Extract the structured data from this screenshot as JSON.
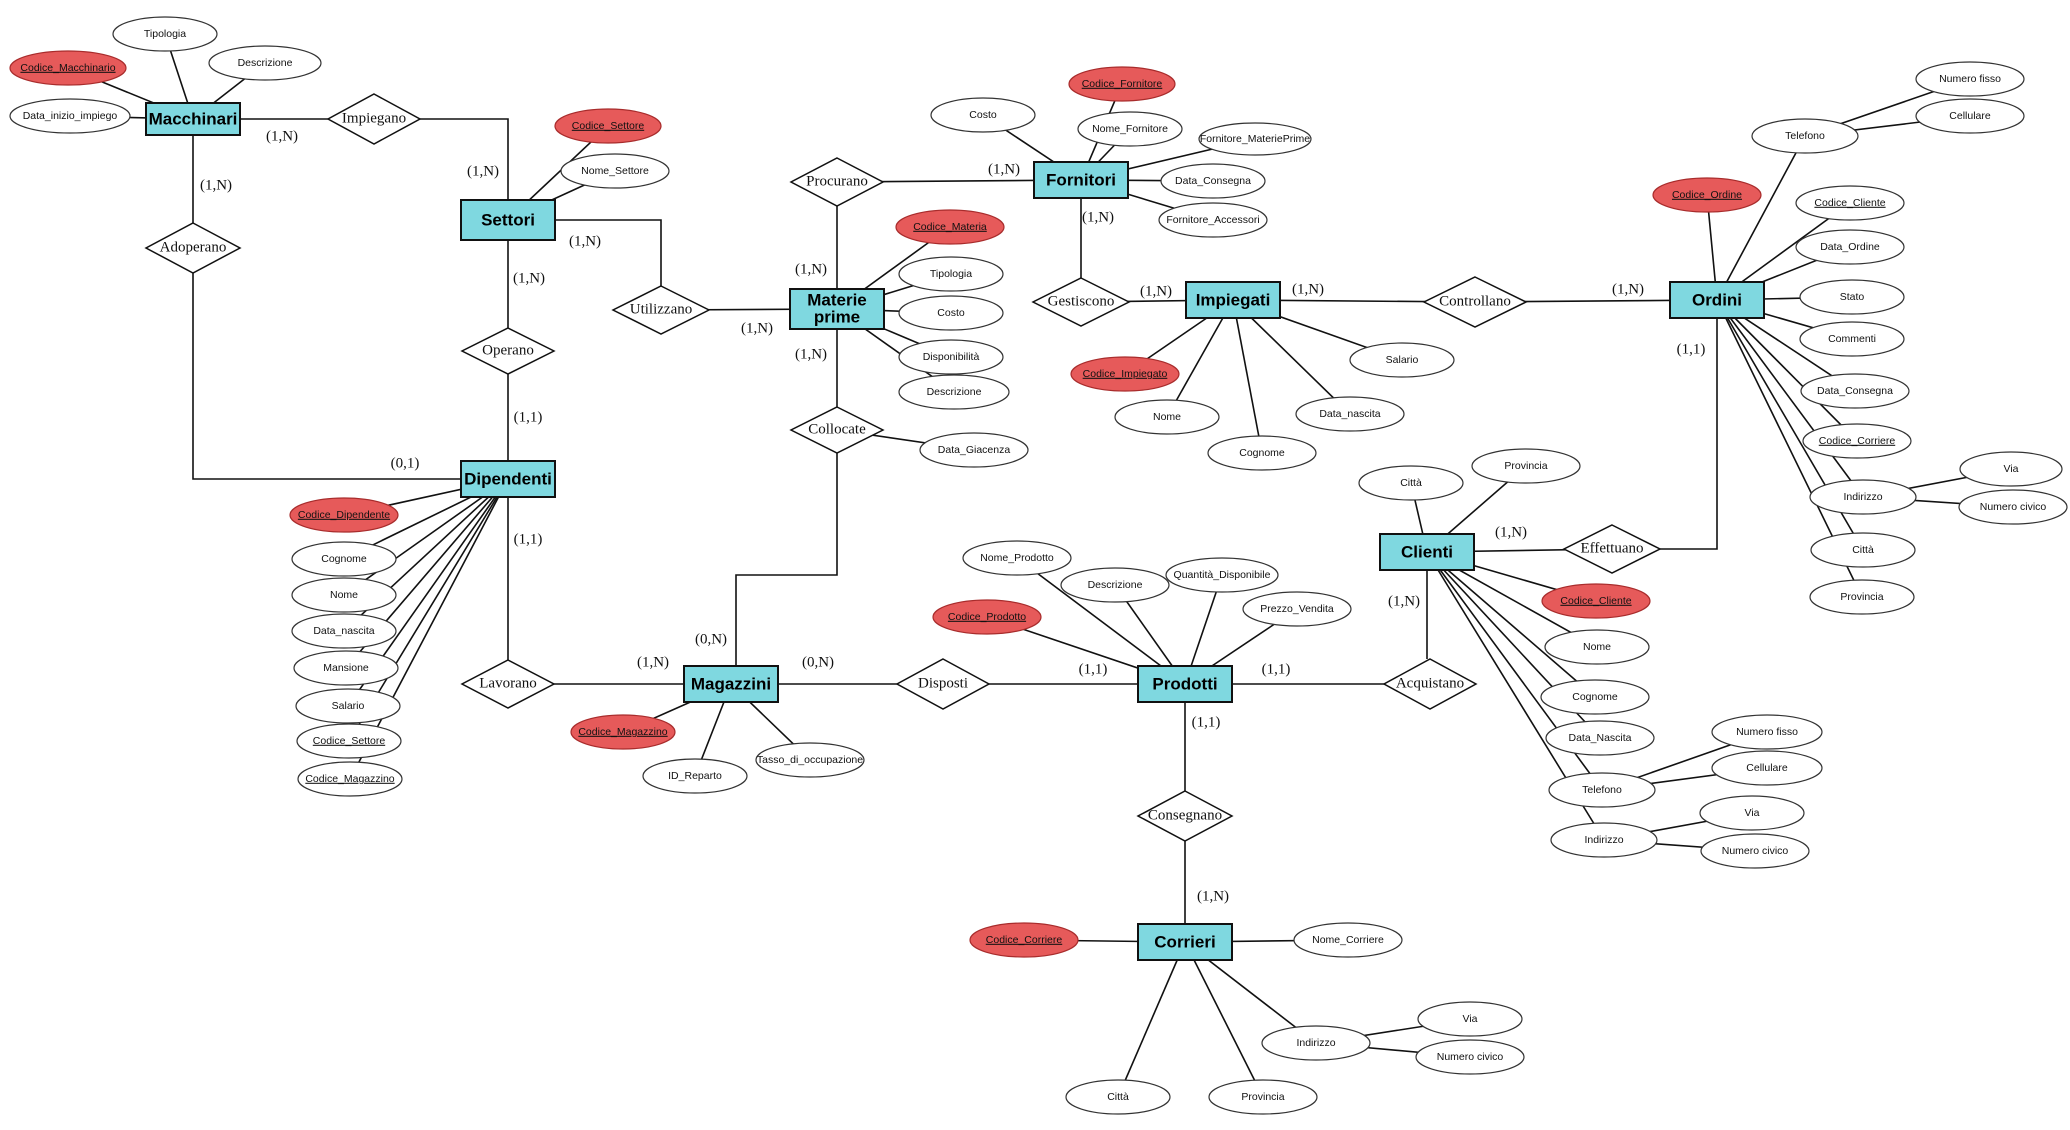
{
  "colors": {
    "entity_fill": "#7fd8e0",
    "key_attribute_fill": "#e65a5a",
    "line": "#111111"
  },
  "entities": {
    "macchinari": "Macchinari",
    "settori": "Settori",
    "materie_prime": [
      "Materie",
      "prime"
    ],
    "fornitori": "Fornitori",
    "impiegati": "Impiegati",
    "ordini": "Ordini",
    "dipendenti": "Dipendenti",
    "magazzini": "Magazzini",
    "prodotti": "Prodotti",
    "clienti": "Clienti",
    "corrieri": "Corrieri"
  },
  "relationships": {
    "impiegano": "Impiegano",
    "adoperano": "Adoperano",
    "operano": "Operano",
    "utilizzano": "Utilizzano",
    "procurano": "Procurano",
    "collocate": "Collocate",
    "gestiscono": "Gestiscono",
    "controllano": "Controllano",
    "lavorano": "Lavorano",
    "disposti": "Disposti",
    "acquistano": "Acquistano",
    "effettuano": "Effettuano",
    "consegnano": "Consegnano"
  },
  "attributes": {
    "tipologia_m": "Tipologia",
    "descrizione_m": "Descrizione",
    "codice_macchinario": "Codice_Macchinario",
    "data_inizio_impiego": "Data_inizio_impiego",
    "codice_settore": "Codice_Settore",
    "nome_settore": "Nome_Settore",
    "costo_f": "Costo",
    "codice_fornitore": "Codice_Fornitore",
    "nome_fornitore": "Nome_Fornitore",
    "fornitore_materieprime": "Fornitore_MateriePrime",
    "data_consegna_f": "Data_Consegna",
    "fornitore_accessori": "Fornitore_Accessori",
    "codice_materia": "Codice_Materia",
    "tipologia_mp": "Tipologia",
    "costo_mp": "Costo",
    "disponibilita": "Disponibilità",
    "descrizione_mp": "Descrizione",
    "data_giacenza": "Data_Giacenza",
    "codice_impiegato": "Codice_Impiegato",
    "nome_i": "Nome",
    "cognome_i": "Cognome",
    "data_nascita_i": "Data_nascita",
    "salario_i": "Salario",
    "telefono_o": "Telefono",
    "numero_fisso_o": "Numero fisso",
    "cellulare_o": "Cellulare",
    "codice_ordine": "Codice_Ordine",
    "codice_cliente_o": "Codice_Cliente",
    "data_ordine": "Data_Ordine",
    "stato": "Stato",
    "commenti": "Commenti",
    "data_consegna_o": "Data_Consegna",
    "codice_corriere_o": "Codice_Corriere",
    "indirizzo_o": "Indirizzo",
    "via_o": "Via",
    "numero_civico_o": "Numero civico",
    "citta_o": "Città",
    "provincia_o": "Provincia",
    "codice_dipendente": "Codice_Dipendente",
    "cognome_d": "Cognome",
    "nome_d": "Nome",
    "data_nascita_d": "Data_nascita",
    "mansione": "Mansione",
    "salario_d": "Salario",
    "codice_settore_d": "Codice_Settore",
    "codice_magazzino_d": "Codice_Magazzino",
    "codice_magazzino": "Codice_Magazzino",
    "id_reparto": "ID_Reparto",
    "tasso_occupazione": "Tasso_di_occupazione",
    "nome_prodotto": "Nome_Prodotto",
    "descrizione_p": "Descrizione",
    "quantita_disponibile": "Quantità_Disponibile",
    "prezzo_vendita": "Prezzo_Vendita",
    "codice_prodotto": "Codice_Prodotto",
    "citta_c": "Città",
    "provincia_c": "Provincia",
    "codice_cliente": "Codice_Cliente",
    "nome_c": "Nome",
    "cognome_c": "Cognome",
    "data_nascita_c": "Data_Nascita",
    "telefono_c": "Telefono",
    "numero_fisso_c": "Numero fisso",
    "cellulare_c": "Cellulare",
    "indirizzo_c": "Indirizzo",
    "via_c": "Via",
    "numero_civico_c": "Numero civico",
    "codice_corriere": "Codice_Corriere",
    "nome_corriere": "Nome_Corriere",
    "indirizzo_cr": "Indirizzo",
    "via_cr": "Via",
    "numero_civico_cr": "Numero civico",
    "citta_cr": "Città",
    "provincia_cr": "Provincia"
  },
  "cardinalities": {
    "macchinari_impiegano": "(1,N)",
    "settori_impiegano": "(1,N)",
    "macchinari_adoperano": "(1,N)",
    "settori_utilizzano": "(1,N)",
    "settori_operano": "(1,N)",
    "materie_procurano": "(1,N)",
    "fornitori_procurano": "(1,N)",
    "materie_utilizzano": "(1,N)",
    "materie_collocate": "(1,N)",
    "fornitori_gestiscono": "(1,N)",
    "impiegati_gestiscono": "(1,N)",
    "impiegati_controllano": "(1,N)",
    "ordini_controllano": "(1,N)",
    "ordini_effettuano": "(1,1)",
    "dipendenti_operano": "(1,1)",
    "dipendenti_adoperano": "(0,1)",
    "dipendenti_lavorano": "(1,1)",
    "magazzini_collocate": "(0,N)",
    "magazzini_lavorano": "(1,N)",
    "magazzini_disposti": "(0,N)",
    "prodotti_disposti": "(1,1)",
    "prodotti_acquistano": "(1,1)",
    "prodotti_consegnano": "(1,1)",
    "clienti_effettuano": "(1,N)",
    "clienti_acquistano": "(1,N)",
    "corrieri_consegnano": "(1,N)"
  }
}
